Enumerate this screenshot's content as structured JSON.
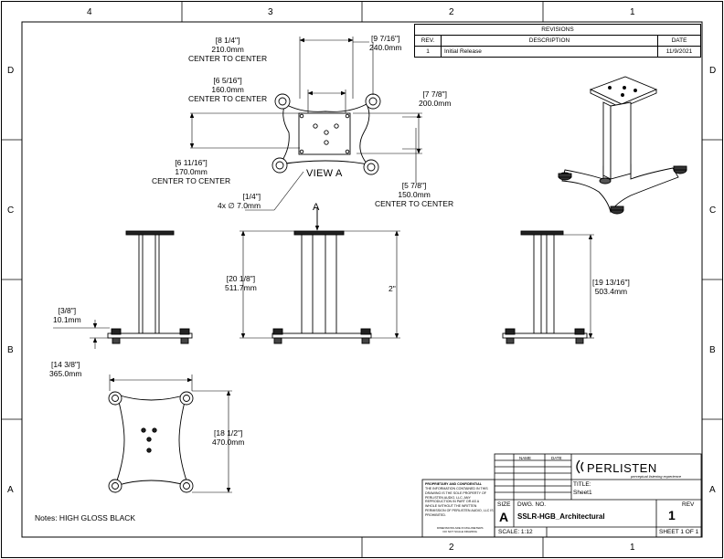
{
  "zones": {
    "columns_top": [
      "4",
      "3",
      "2",
      "1"
    ],
    "columns_bottom": [
      "2",
      "1"
    ],
    "rows_left": [
      "D",
      "C",
      "B",
      "A"
    ],
    "rows_right": [
      "D",
      "C",
      "B",
      "A"
    ]
  },
  "revisions": {
    "title": "REVISIONS",
    "headers": {
      "rev": "REV.",
      "description": "DESCRIPTION",
      "date": "DATE"
    },
    "rows": [
      {
        "rev": "1",
        "description": "Initial Release",
        "date": "11/9/2021"
      }
    ]
  },
  "dimensions": {
    "d_240": {
      "imperial": "[9 7/16\"]",
      "metric": "240.0mm"
    },
    "d_210": {
      "imperial": "[8 1/4\"]",
      "metric": "210.0mm",
      "note": "CENTER TO CENTER"
    },
    "d_160": {
      "imperial": "[6 5/16\"]",
      "metric": "160.0mm",
      "note": "CENTER TO CENTER"
    },
    "d_200": {
      "imperial": "[7 7/8\"]",
      "metric": "200.0mm"
    },
    "d_170": {
      "imperial": "[6 11/16\"]",
      "metric": "170.0mm",
      "note": "CENTER TO CENTER"
    },
    "d_150": {
      "imperial": "[5 7/8\"]",
      "metric": "150.0mm",
      "note": "CENTER TO CENTER"
    },
    "d_hole": {
      "imperial": "[1/4\"]",
      "metric": "4x ∅ 7.0mm"
    },
    "d_5117": {
      "imperial": "[20 1/8\"]",
      "metric": "511.7mm"
    },
    "d_2in": {
      "imperial": "2\""
    },
    "d_5034": {
      "imperial": "[19 13/16\"]",
      "metric": "503.4mm"
    },
    "d_101": {
      "imperial": "[3/8\"]",
      "metric": "10.1mm"
    },
    "d_365": {
      "imperial": "[14 3/8\"]",
      "metric": "365.0mm"
    },
    "d_470": {
      "imperial": "[18 1/2\"]",
      "metric": "470.0mm"
    }
  },
  "view_a_label": "VIEW A",
  "section_marker": "A",
  "notes": "Notes: HIGH GLOSS BLACK",
  "title_block": {
    "name_header": "NAME",
    "date_header": "DATE",
    "logo_text": "PERLISTEN",
    "logo_tagline": "perceptual listening experience",
    "title_label": "TITLE:",
    "title_value": "Sheet1",
    "proprietary_heading": "PROPRIETARY AND CONFIDENTIAL",
    "proprietary_lines": [
      "THE INFORMATION CONTAINED IN THIS",
      "DRAWING IS THE SOLE PROPERTY OF",
      "PERLISTEN AUDIO, LLC.  ANY",
      "REPRODUCTION IN PART OR AS A",
      "WHOLE WITHOUT THE WRITTEN",
      "PERMISSION OF PERLISTEN AUDIO, LLC IS",
      "PROHIBITED."
    ],
    "scale_notes": [
      "DIMENSIONS ARE IN MILLIMETERS",
      "DO NOT SCALE DRAWING"
    ],
    "size_label": "SIZE",
    "size_value": "A",
    "dwg_label": "DWG.  NO.",
    "dwg_value": "SSLR-HGB_Architectural",
    "rev_label": "REV",
    "rev_value": "1",
    "scale_label": "SCALE: 1:12",
    "sheet_label": "SHEET 1 OF 1"
  }
}
